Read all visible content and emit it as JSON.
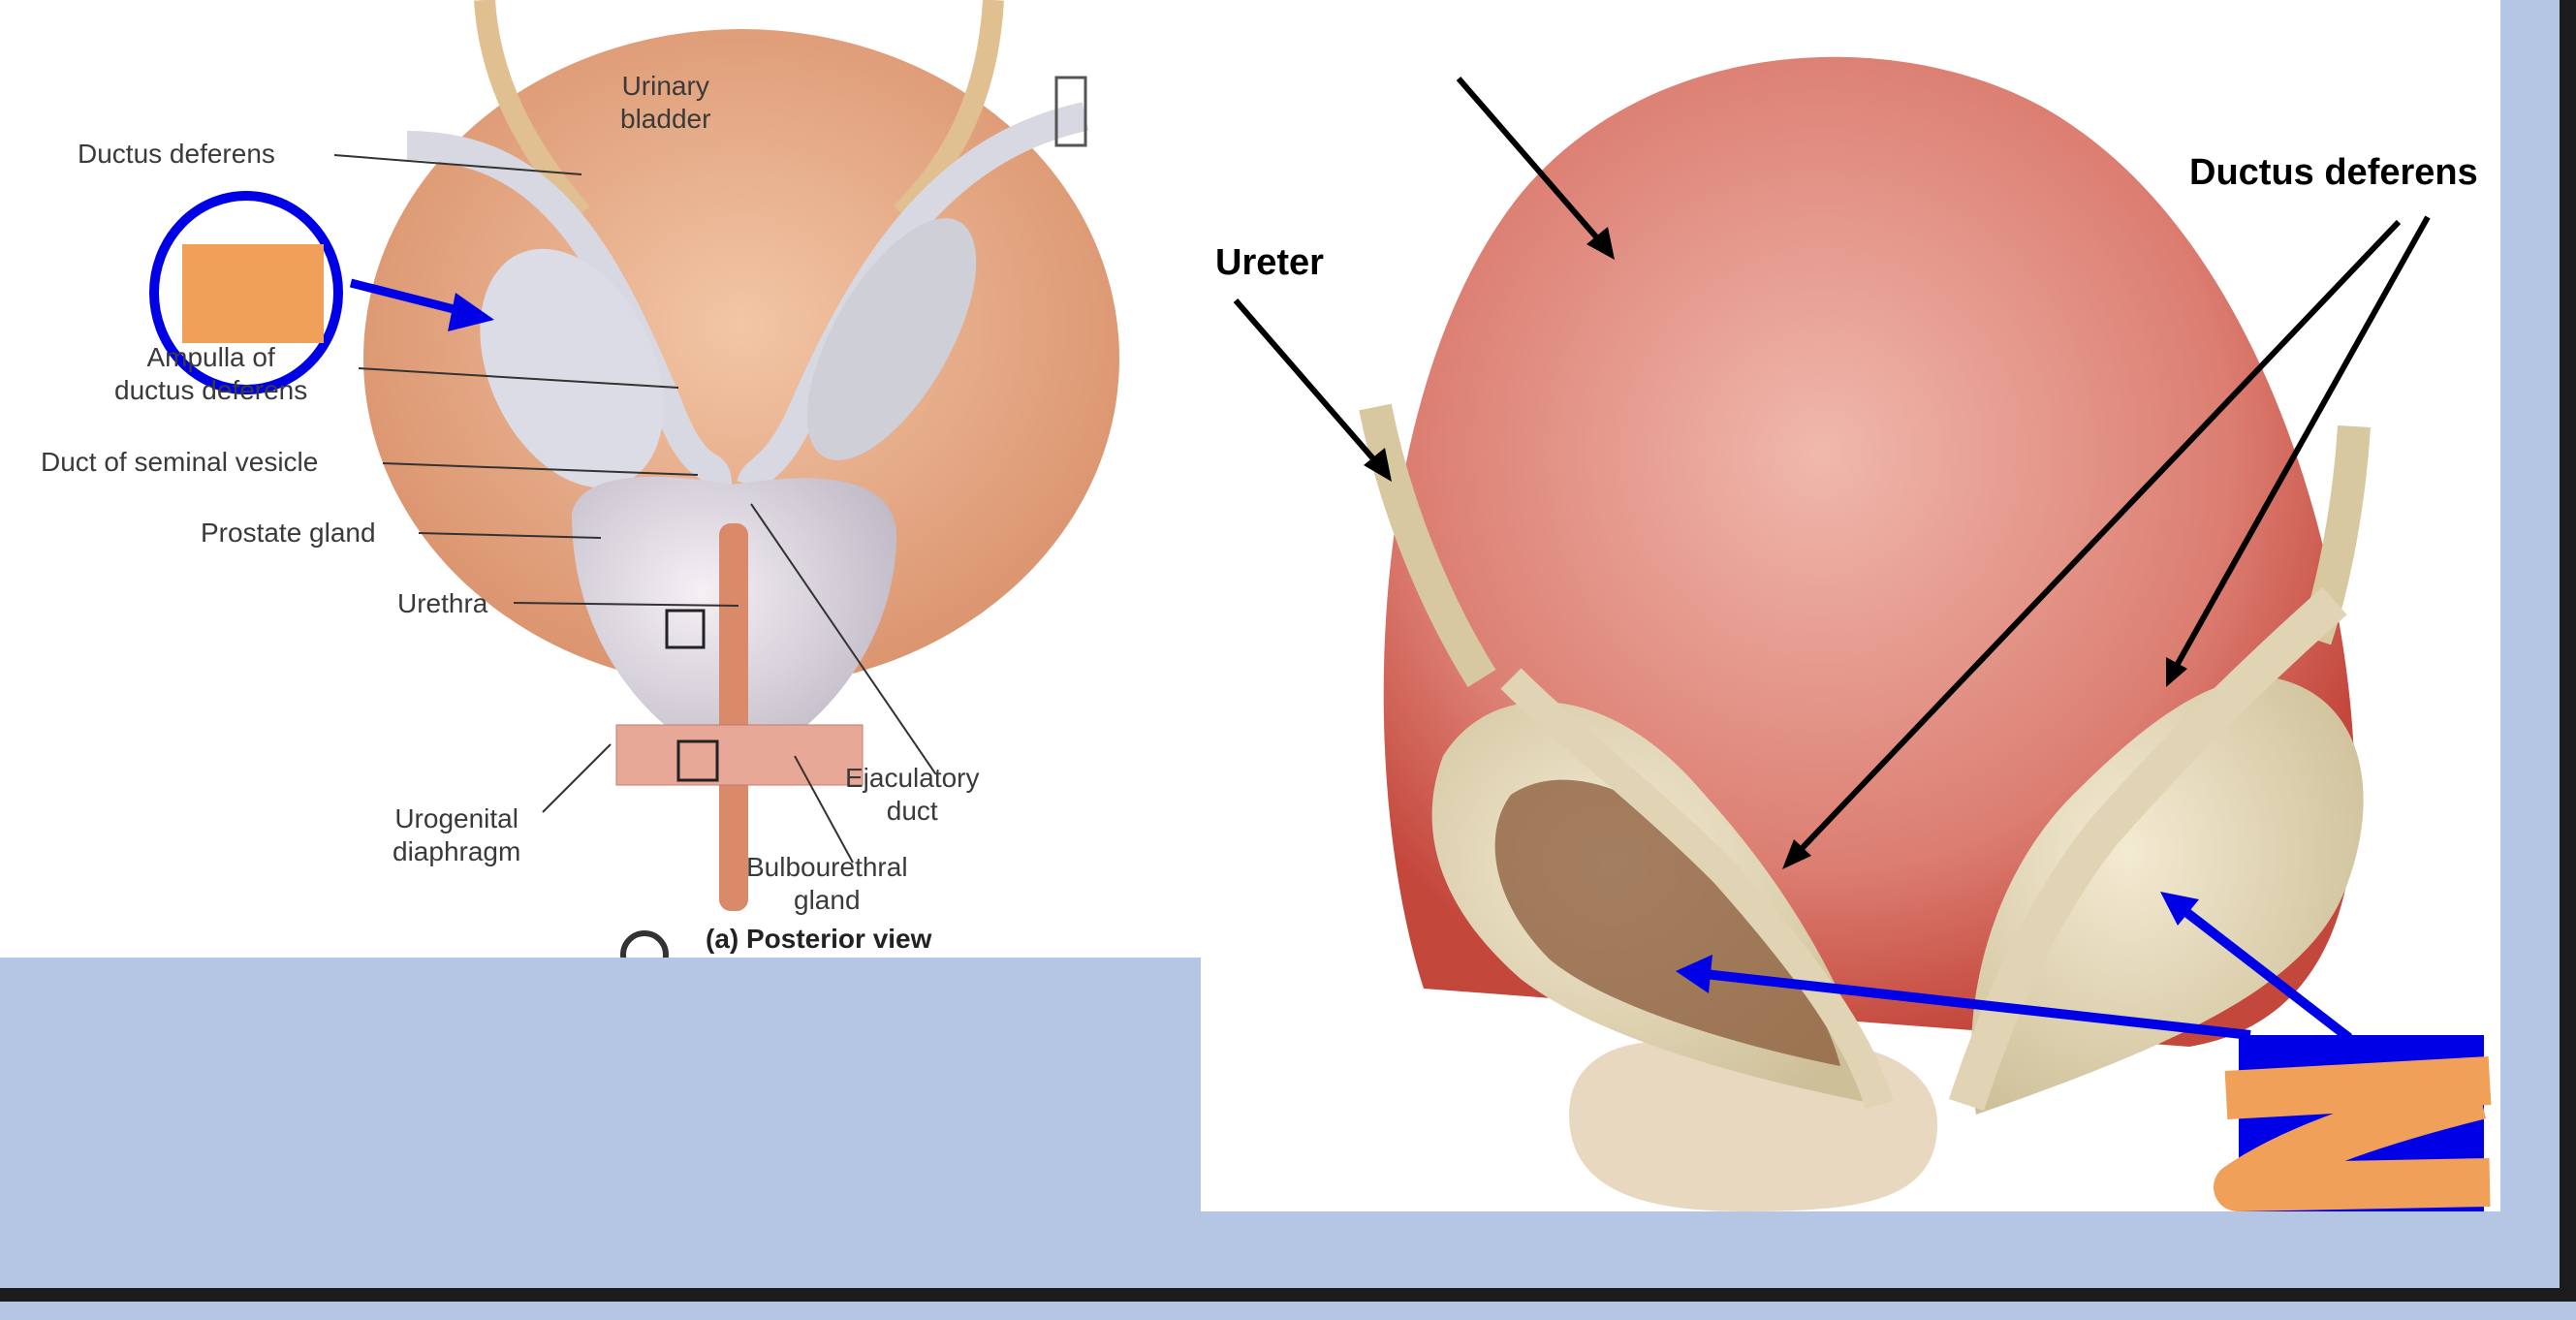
{
  "slide": {
    "background_color": "#b4c6e4",
    "left_figure": {
      "labels": {
        "urinary_bladder": [
          "Urinary",
          "bladder"
        ],
        "ductus_deferens": "Ductus deferens",
        "ampulla": [
          "Ampulla of",
          "ductus deferens"
        ],
        "duct_seminal_vesicle": "Duct of seminal vesicle",
        "prostate_gland": "Prostate gland",
        "urethra": "Urethra",
        "urogenital_diaphragm": [
          "Urogenital",
          "diaphragm"
        ],
        "ejaculatory_duct": [
          "Ejaculatory",
          "duct"
        ],
        "bulbourethral_gland": [
          "Bulbourethral",
          "gland"
        ],
        "caption": "(a) Posterior view"
      }
    },
    "right_figure": {
      "labels": {
        "ureter": "Ureter",
        "ductus_deferens": "Ductus deferens"
      }
    },
    "colors": {
      "annotation_blue": "#0000e6",
      "redaction_orange": "#f0a058",
      "bladder_left": "#e3a582",
      "bladder_right": "#d9776e"
    }
  }
}
